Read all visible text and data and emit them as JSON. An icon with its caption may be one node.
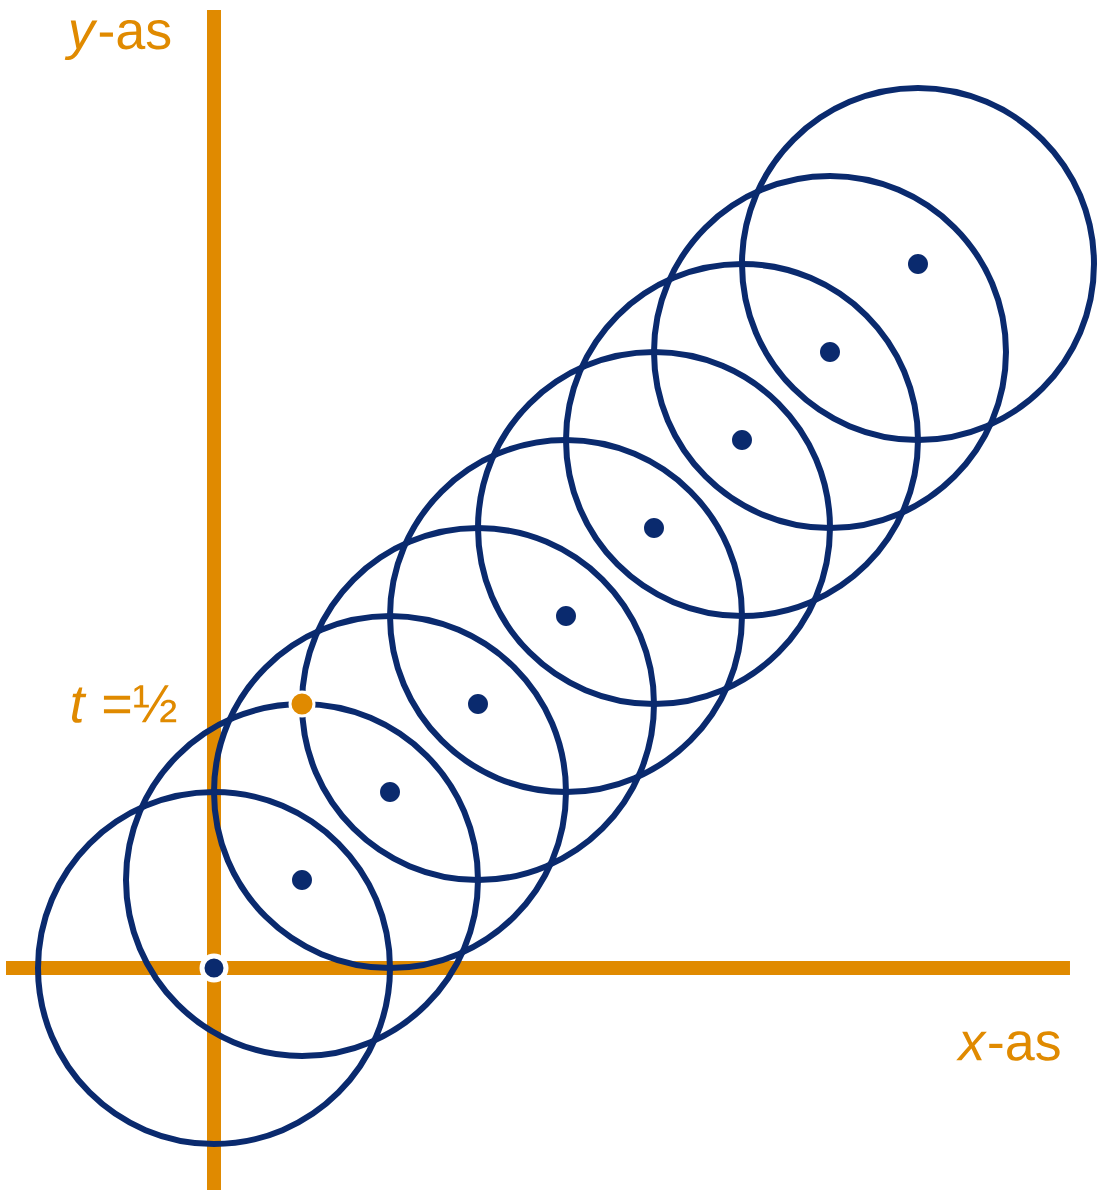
{
  "diagram": {
    "labels": [
      "*y*-as",
      "*x*-as",
      "*t* =½"
    ]
  }
}
